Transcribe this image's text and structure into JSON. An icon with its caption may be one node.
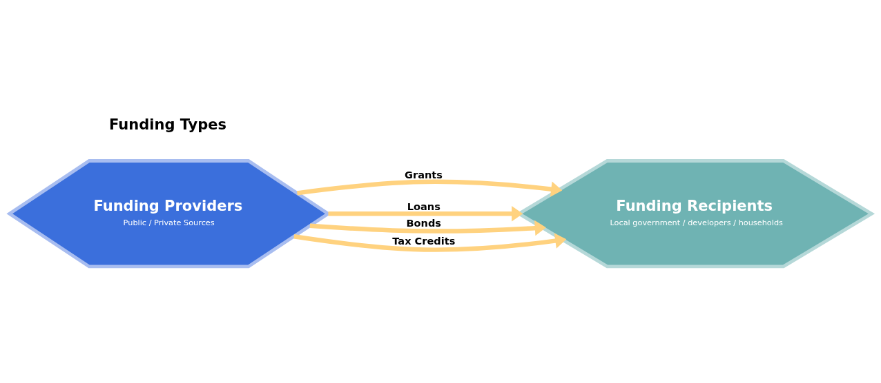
{
  "diagram": {
    "nodes": [
      {
        "text": [
          "Funding Providers",
          "Public / Private Sources"
        ]
      },
      {
        "text": [
          "Funding Recipients",
          "Local government / developers / households"
        ]
      }
    ],
    "edges": [
      {
        "from": 0,
        "to": 1,
        "arrow": "to",
        "label": "Grants"
      },
      {
        "from": 0,
        "to": 1,
        "arrow": "to",
        "label": "Loans"
      },
      {
        "from": 0,
        "to": 1,
        "arrow": "to",
        "label": "Bonds"
      },
      {
        "from": 0,
        "to": 1,
        "arrow": "to",
        "label": "Tax Credits"
      }
    ],
    "labels": [
      "Funding Types"
    ]
  }
}
